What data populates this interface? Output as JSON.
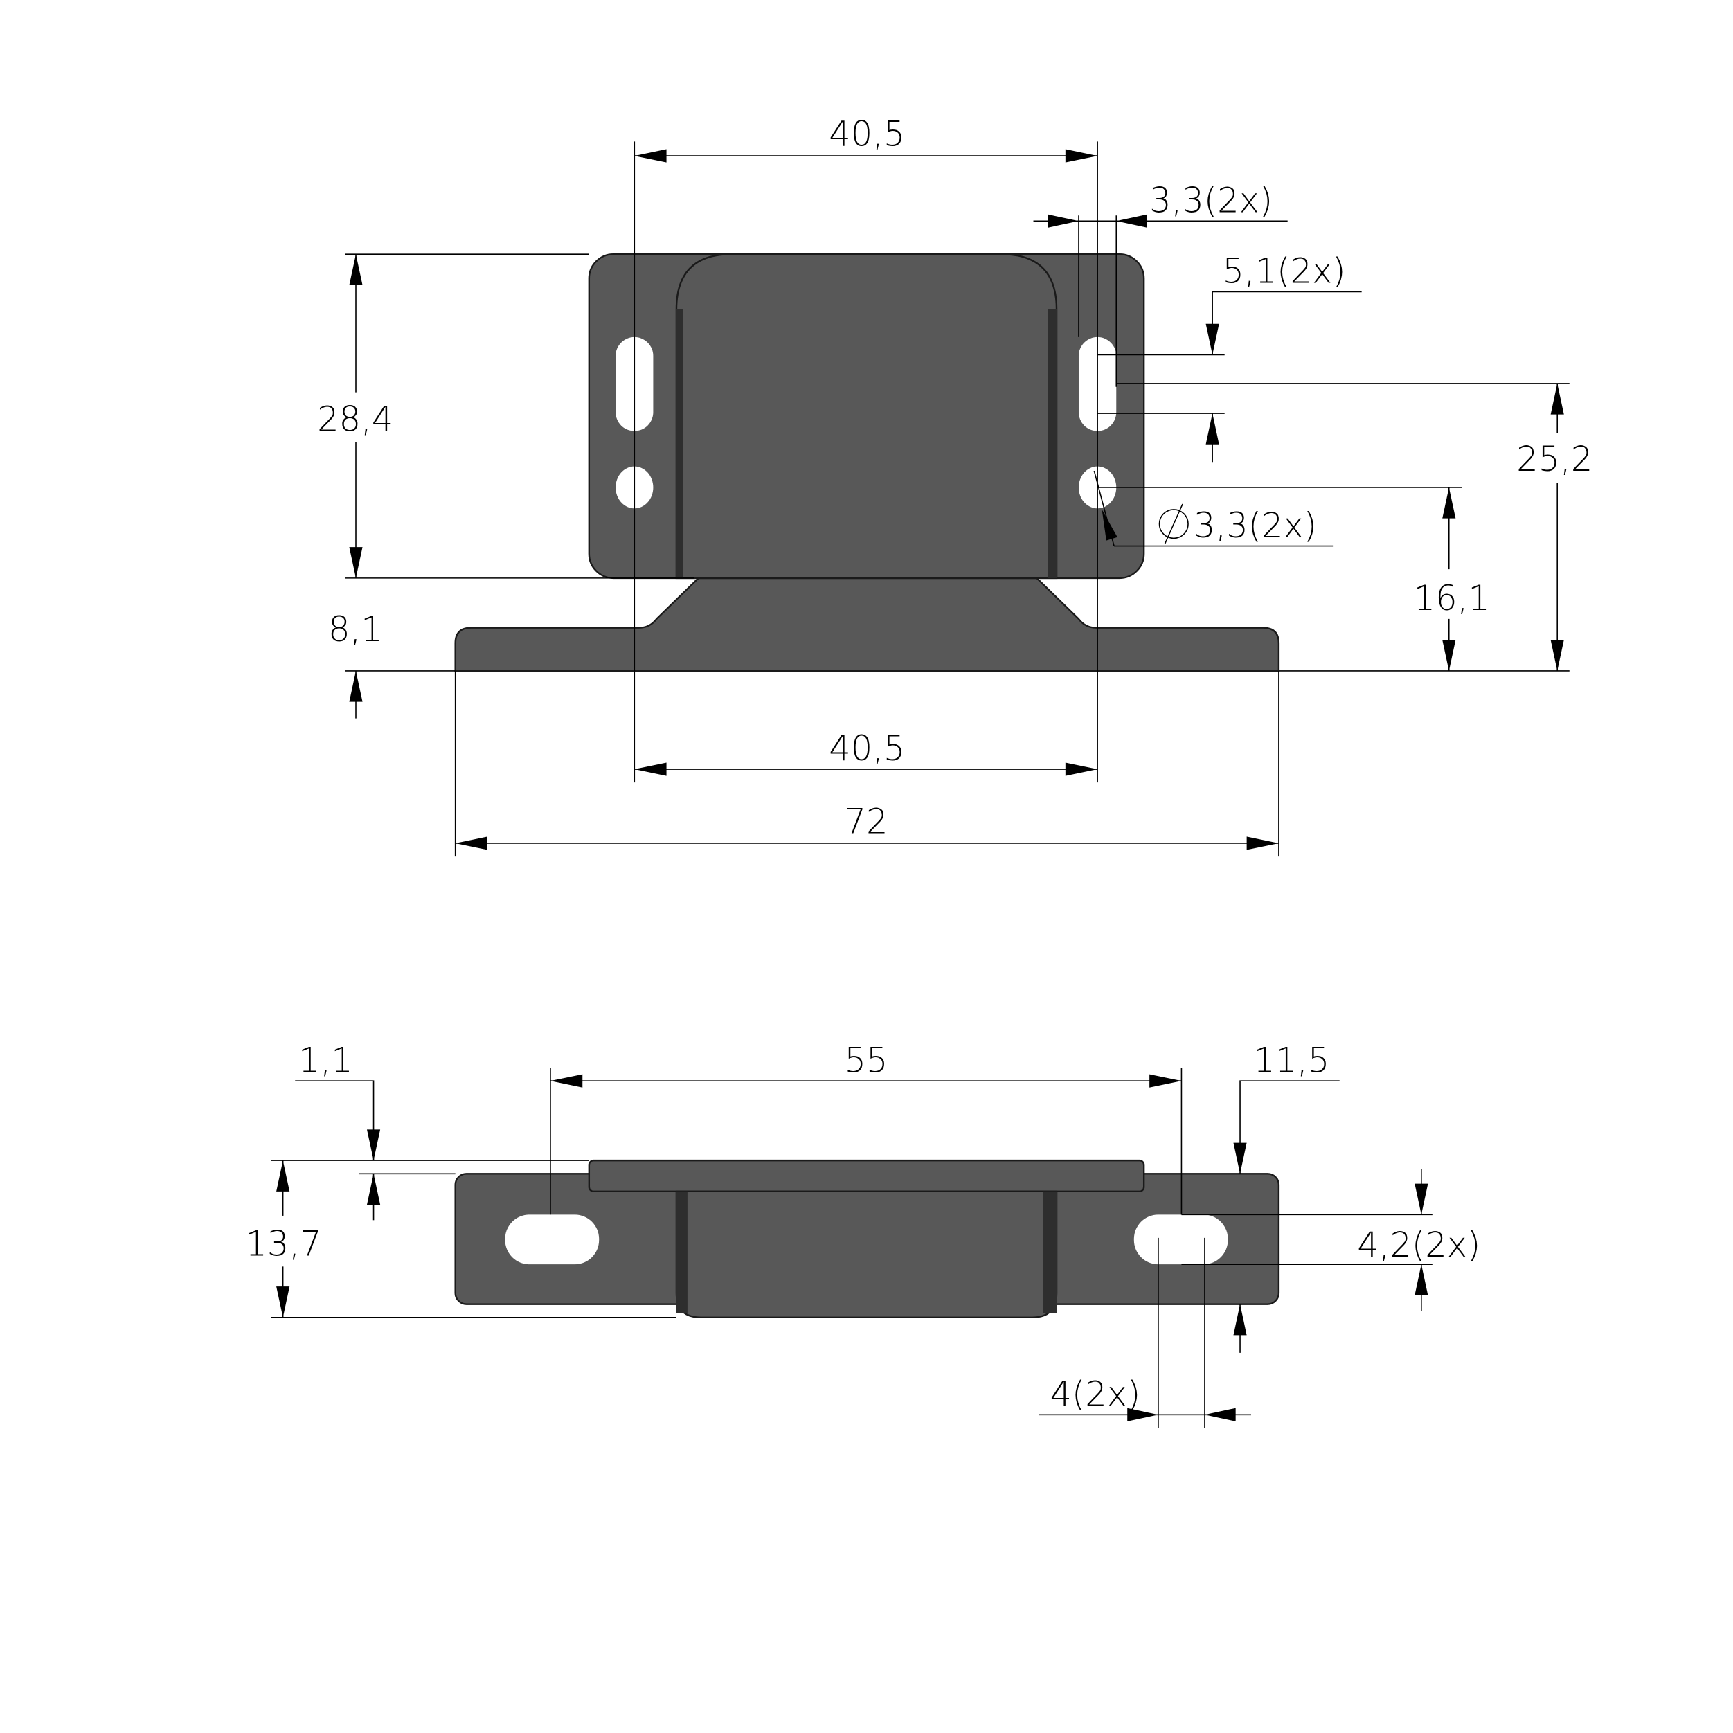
{
  "drawing": {
    "units": "mm",
    "front_view": {
      "dims": {
        "top_hole_spacing": "40,5",
        "slot_width": "3,3(2x)",
        "slot_length": "5,1(2x)",
        "plate_height": "28,4",
        "slot_center_height": "25,2",
        "hole_diameter_symbol": "⌀",
        "hole_diameter": "3,3(2x)",
        "hole_center_height": "16,1",
        "base_height": "8,1",
        "bottom_hole_spacing": "40,5",
        "overall_width": "72"
      }
    },
    "top_view": {
      "dims": {
        "flange_offset": "1,1",
        "slot_spacing": "55",
        "flange_thickness": "11,5",
        "overall_depth": "13,7",
        "slot_width": "4,2(2x)",
        "slot_length": "4(2x)"
      }
    },
    "colors": {
      "part_fill": "#585858",
      "part_shadow": "#2e2e2e",
      "line": "#000000",
      "background": "#ffffff"
    }
  }
}
